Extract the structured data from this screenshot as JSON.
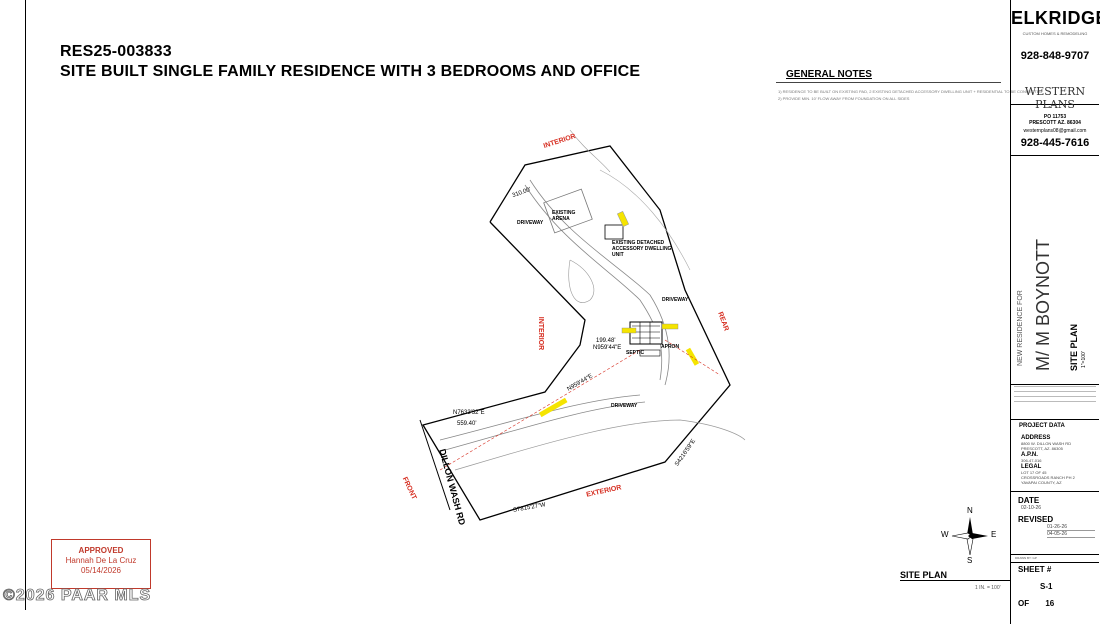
{
  "header": {
    "permit_number": "RES25-003833",
    "description": "SITE BUILT SINGLE FAMILY RESIDENCE WITH 3 BEDROOMS AND OFFICE"
  },
  "general_notes": {
    "title": "GENERAL NOTES",
    "lines": [
      "1)   RESIDENCE TO BE BUILT ON EXISTING PAD, 2 EXISTING DETACHED ACCESSORY DWELLING UNIT + RESIDENTIAL TO BE CONNECTED",
      "2)   PROVIDE MIN. 10' FLOW AWAY FROM FOUNDATION ON ALL SIDES"
    ]
  },
  "site_plan": {
    "labels": {
      "interior_top": "INTERIOR",
      "interior_left": "INTERIOR",
      "rear": "REAR",
      "front": "FRONT",
      "exterior": "EXTERIOR",
      "road": "DILLON WASH RD",
      "driveway_1": "DRIVEWAY",
      "driveway_2": "DRIVEWAY",
      "driveway_3": "DRIVEWAY",
      "existing_arena": "EXISTING ARENA",
      "existing_adu": "EXISTING DETACHED ACCESSORY DWELLING UNIT",
      "septic": "SEPTIC",
      "apron": "APRON"
    },
    "dimensions": {
      "d1": "199.48'",
      "d2": "N959'44\"E",
      "d3": "N7633'32\"E",
      "d4": "559.40'",
      "d5": "S7815'27\"W",
      "d6": "S4216'59\"E",
      "d7": "N959'44\"E",
      "d8": "310.00'"
    },
    "scale_title": "SITE PLAN",
    "scale_value": "1 IN. = 100'"
  },
  "compass": {
    "n": "N",
    "s": "S",
    "e": "E",
    "w": "W"
  },
  "approval": {
    "status": "APPROVED",
    "name": "Hannah De La Cruz",
    "date": "05/14/2026"
  },
  "watermark": "©2026 PAAR MLS",
  "title_block": {
    "company": "ELKRIDGE",
    "company_sub": "CUSTOM HOMES & REMODELING",
    "company_phone": "928-848-9707",
    "firm": "WESTERN PLANS",
    "firm_po": "PO 11753",
    "firm_city": "PRESCOTT AZ. 86304",
    "firm_email": "westernplans08@gmail.com",
    "firm_phone": "928-445-7616",
    "residence_for": "NEW RESIDENCE FOR",
    "client": "M/ M BOYNOTT",
    "sheet_title": "SITE PLAN",
    "sheet_scale": "1\"=100'",
    "project_data": "PROJECT DATA",
    "address_label": "ADDRESS",
    "address_line1": "8800 W. DILLON WASH RD",
    "address_line2": "PRESCOTT, AZ. 86305",
    "apn_label": "A.P.N.",
    "apn_value": "306-47-016",
    "legal_label": "LEGAL",
    "legal_line1": "LOT 17 OF 45",
    "legal_line2": "CROSSROADS RANCH PH 2",
    "legal_line3": "YAVAPAI COUNTY, AZ",
    "date_label": "DATE",
    "date_value": "02-10-26",
    "revised_label": "REVISED",
    "revised_1": "01-26-26",
    "revised_2": "04-05-26",
    "drawn_by": "DRAWN BY: GP",
    "sheet_label": "SHEET #",
    "sheet_number": "S-1",
    "of_label": "OF",
    "of_total": "16"
  }
}
